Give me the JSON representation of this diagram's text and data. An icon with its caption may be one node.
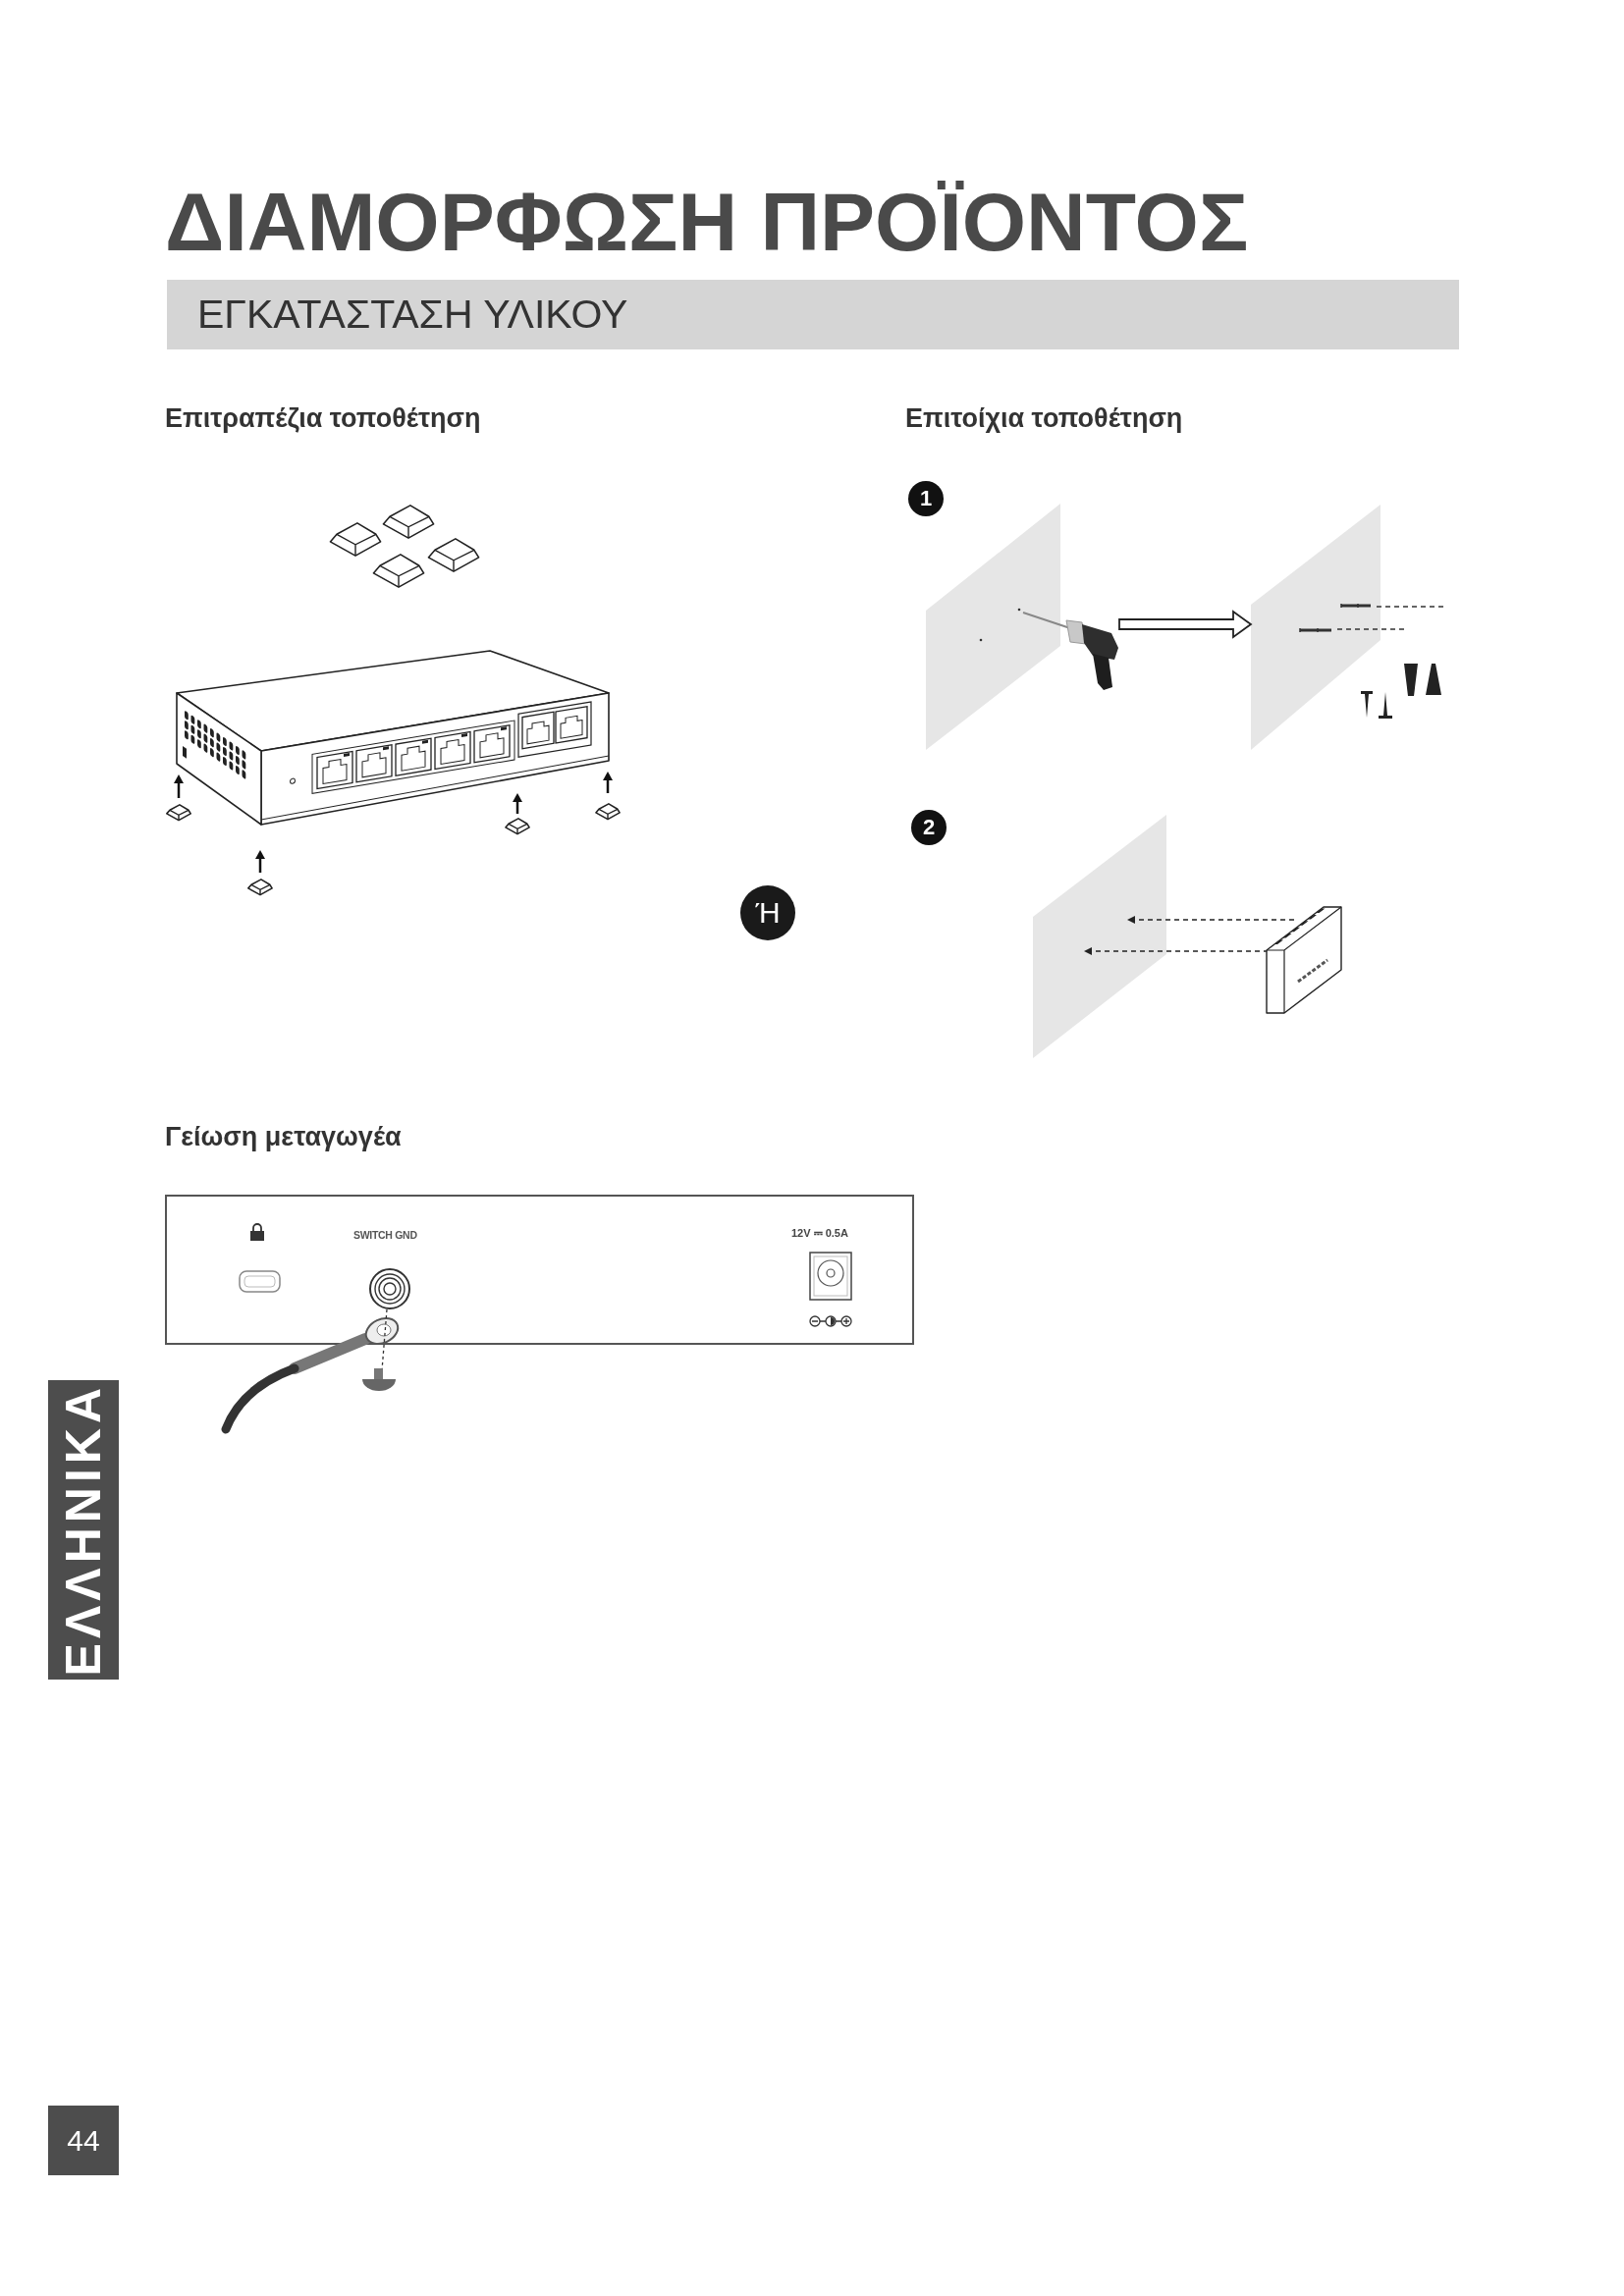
{
  "diagram": {
    "title": "ΔΙΑΜΟΡΦΩΣΗ ΠΡΟΪΟΝΤΟΣ",
    "nodes": [
      {
        "text": [
          "ΕΓΚΑΤΑΣΤΑΣΗ ΥΛΙΚΟΥ"
        ]
      },
      {
        "text": [
          "1"
        ]
      },
      {
        "text": [],
        "shape": "picture"
      },
      {
        "text": [],
        "shape": "picture"
      },
      {
        "text": [
          "2"
        ]
      },
      {
        "text": [
          "Ή"
        ]
      },
      {
        "text": [
          "ΕΛΛΗΝΙΚΑ"
        ]
      },
      {
        "text": [
          "44"
        ]
      }
    ],
    "edges": [
      {
        "from": 2,
        "to": 3,
        "arrow": "to"
      }
    ],
    "labels": [
      "Επιτραπέζια τοποθέτηση",
      "Επιτοίχια τοποθέτηση",
      "Γείωση μεταγωγέα",
      "SWITCH GND",
      "12V ⎓ 0.5A"
    ]
  }
}
